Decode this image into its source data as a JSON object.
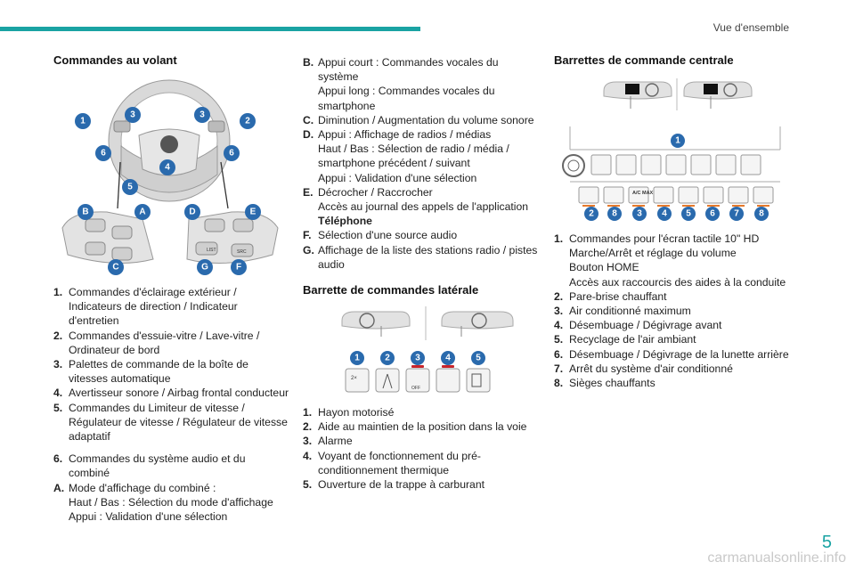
{
  "header": {
    "section": "Vue d'ensemble",
    "page": "5"
  },
  "watermark": "carmanualsonline.info",
  "steering": {
    "title": "Commandes au volant",
    "wheel_markers": [
      "1",
      "3",
      "3",
      "2",
      "6",
      "6",
      "4",
      "5"
    ],
    "left_markers": [
      "B",
      "A",
      "C"
    ],
    "right_markers": [
      "D",
      "E",
      "G",
      "F"
    ],
    "right_labels": [
      "LIST",
      "SRC"
    ],
    "items": [
      {
        "k": "1.",
        "t": "Commandes d'éclairage extérieur /\nIndicateurs de direction / Indicateur\nd'entretien"
      },
      {
        "k": "2.",
        "t": "Commandes d'essuie-vitre / Lave-vitre /\nOrdinateur de bord"
      },
      {
        "k": "3.",
        "t": "Palettes de commande de la boîte de\nvitesses automatique"
      },
      {
        "k": "4.",
        "t": "Avertisseur sonore / Airbag frontal conducteur"
      },
      {
        "k": "5.",
        "t": "Commandes du Limiteur de vitesse /\nRégulateur de vitesse / Régulateur de vitesse\nadaptatif"
      },
      {
        "k": "6.",
        "t": "Commandes du système audio et du\ncombiné"
      },
      {
        "k": "A.",
        "t": "Mode d'affichage du combiné :\nHaut / Bas : Sélection du mode d'affichage\nAppui : Validation d'une sélection"
      }
    ],
    "items2": [
      {
        "k": "B.",
        "t": "Appui court : Commandes vocales du\nsystème\nAppui long : Commandes vocales du\nsmartphone"
      },
      {
        "k": "C.",
        "t": "Diminution / Augmentation du volume sonore"
      },
      {
        "k": "D.",
        "t": "Appui : Affichage de radios / médias\nHaut / Bas : Sélection de radio / média /\nsmartphone précédent / suivant\nAppui : Validation d'une sélection"
      },
      {
        "k": "E.",
        "t": "Décrocher / Raccrocher\nAccès au journal des appels de l'application"
      },
      {
        "k": "",
        "t": "Téléphone"
      },
      {
        "k": "F.",
        "t": "Sélection d'une source audio"
      },
      {
        "k": "G.",
        "t": "Affichage de la liste des stations radio / pistes\naudio"
      }
    ]
  },
  "lateral": {
    "title": "Barrette de commandes latérale",
    "markers": [
      "1",
      "2",
      "3",
      "4",
      "5"
    ],
    "labels": [
      "2×",
      "OFF"
    ],
    "items": [
      {
        "k": "1.",
        "t": "Hayon motorisé"
      },
      {
        "k": "2.",
        "t": "Aide au maintien de la position dans la voie"
      },
      {
        "k": "3.",
        "t": "Alarme"
      },
      {
        "k": "4.",
        "t": "Voyant de fonctionnement du pré-\nconditionnement thermique"
      },
      {
        "k": "5.",
        "t": "Ouverture de la trappe à carburant"
      }
    ]
  },
  "central": {
    "title": "Barrettes de commande centrale",
    "top_marker": "1",
    "bottom_markers": [
      "2",
      "8",
      "3",
      "4",
      "5",
      "6",
      "7",
      "8"
    ],
    "ac_label": "A/C\nMAX",
    "items": [
      {
        "k": "1.",
        "t": "Commandes pour l'écran tactile 10\" HD\nMarche/Arrêt et réglage du volume\nBouton HOME\nAccès aux raccourcis des aides à la conduite"
      },
      {
        "k": "2.",
        "t": "Pare-brise chauffant"
      },
      {
        "k": "3.",
        "t": "Air conditionné maximum"
      },
      {
        "k": "4.",
        "t": "Désembuage / Dégivrage avant"
      },
      {
        "k": "5.",
        "t": "Recyclage de l'air ambiant"
      },
      {
        "k": "6.",
        "t": "Désembuage / Dégivrage de la lunette arrière"
      },
      {
        "k": "7.",
        "t": "Arrêt du système d'air conditionné"
      },
      {
        "k": "8.",
        "t": "Sièges chauffants"
      }
    ]
  },
  "colors": {
    "teal": "#1aa3a3",
    "badge": "#2a6aad",
    "orange": "#e57a2d",
    "red": "#c8252c"
  }
}
